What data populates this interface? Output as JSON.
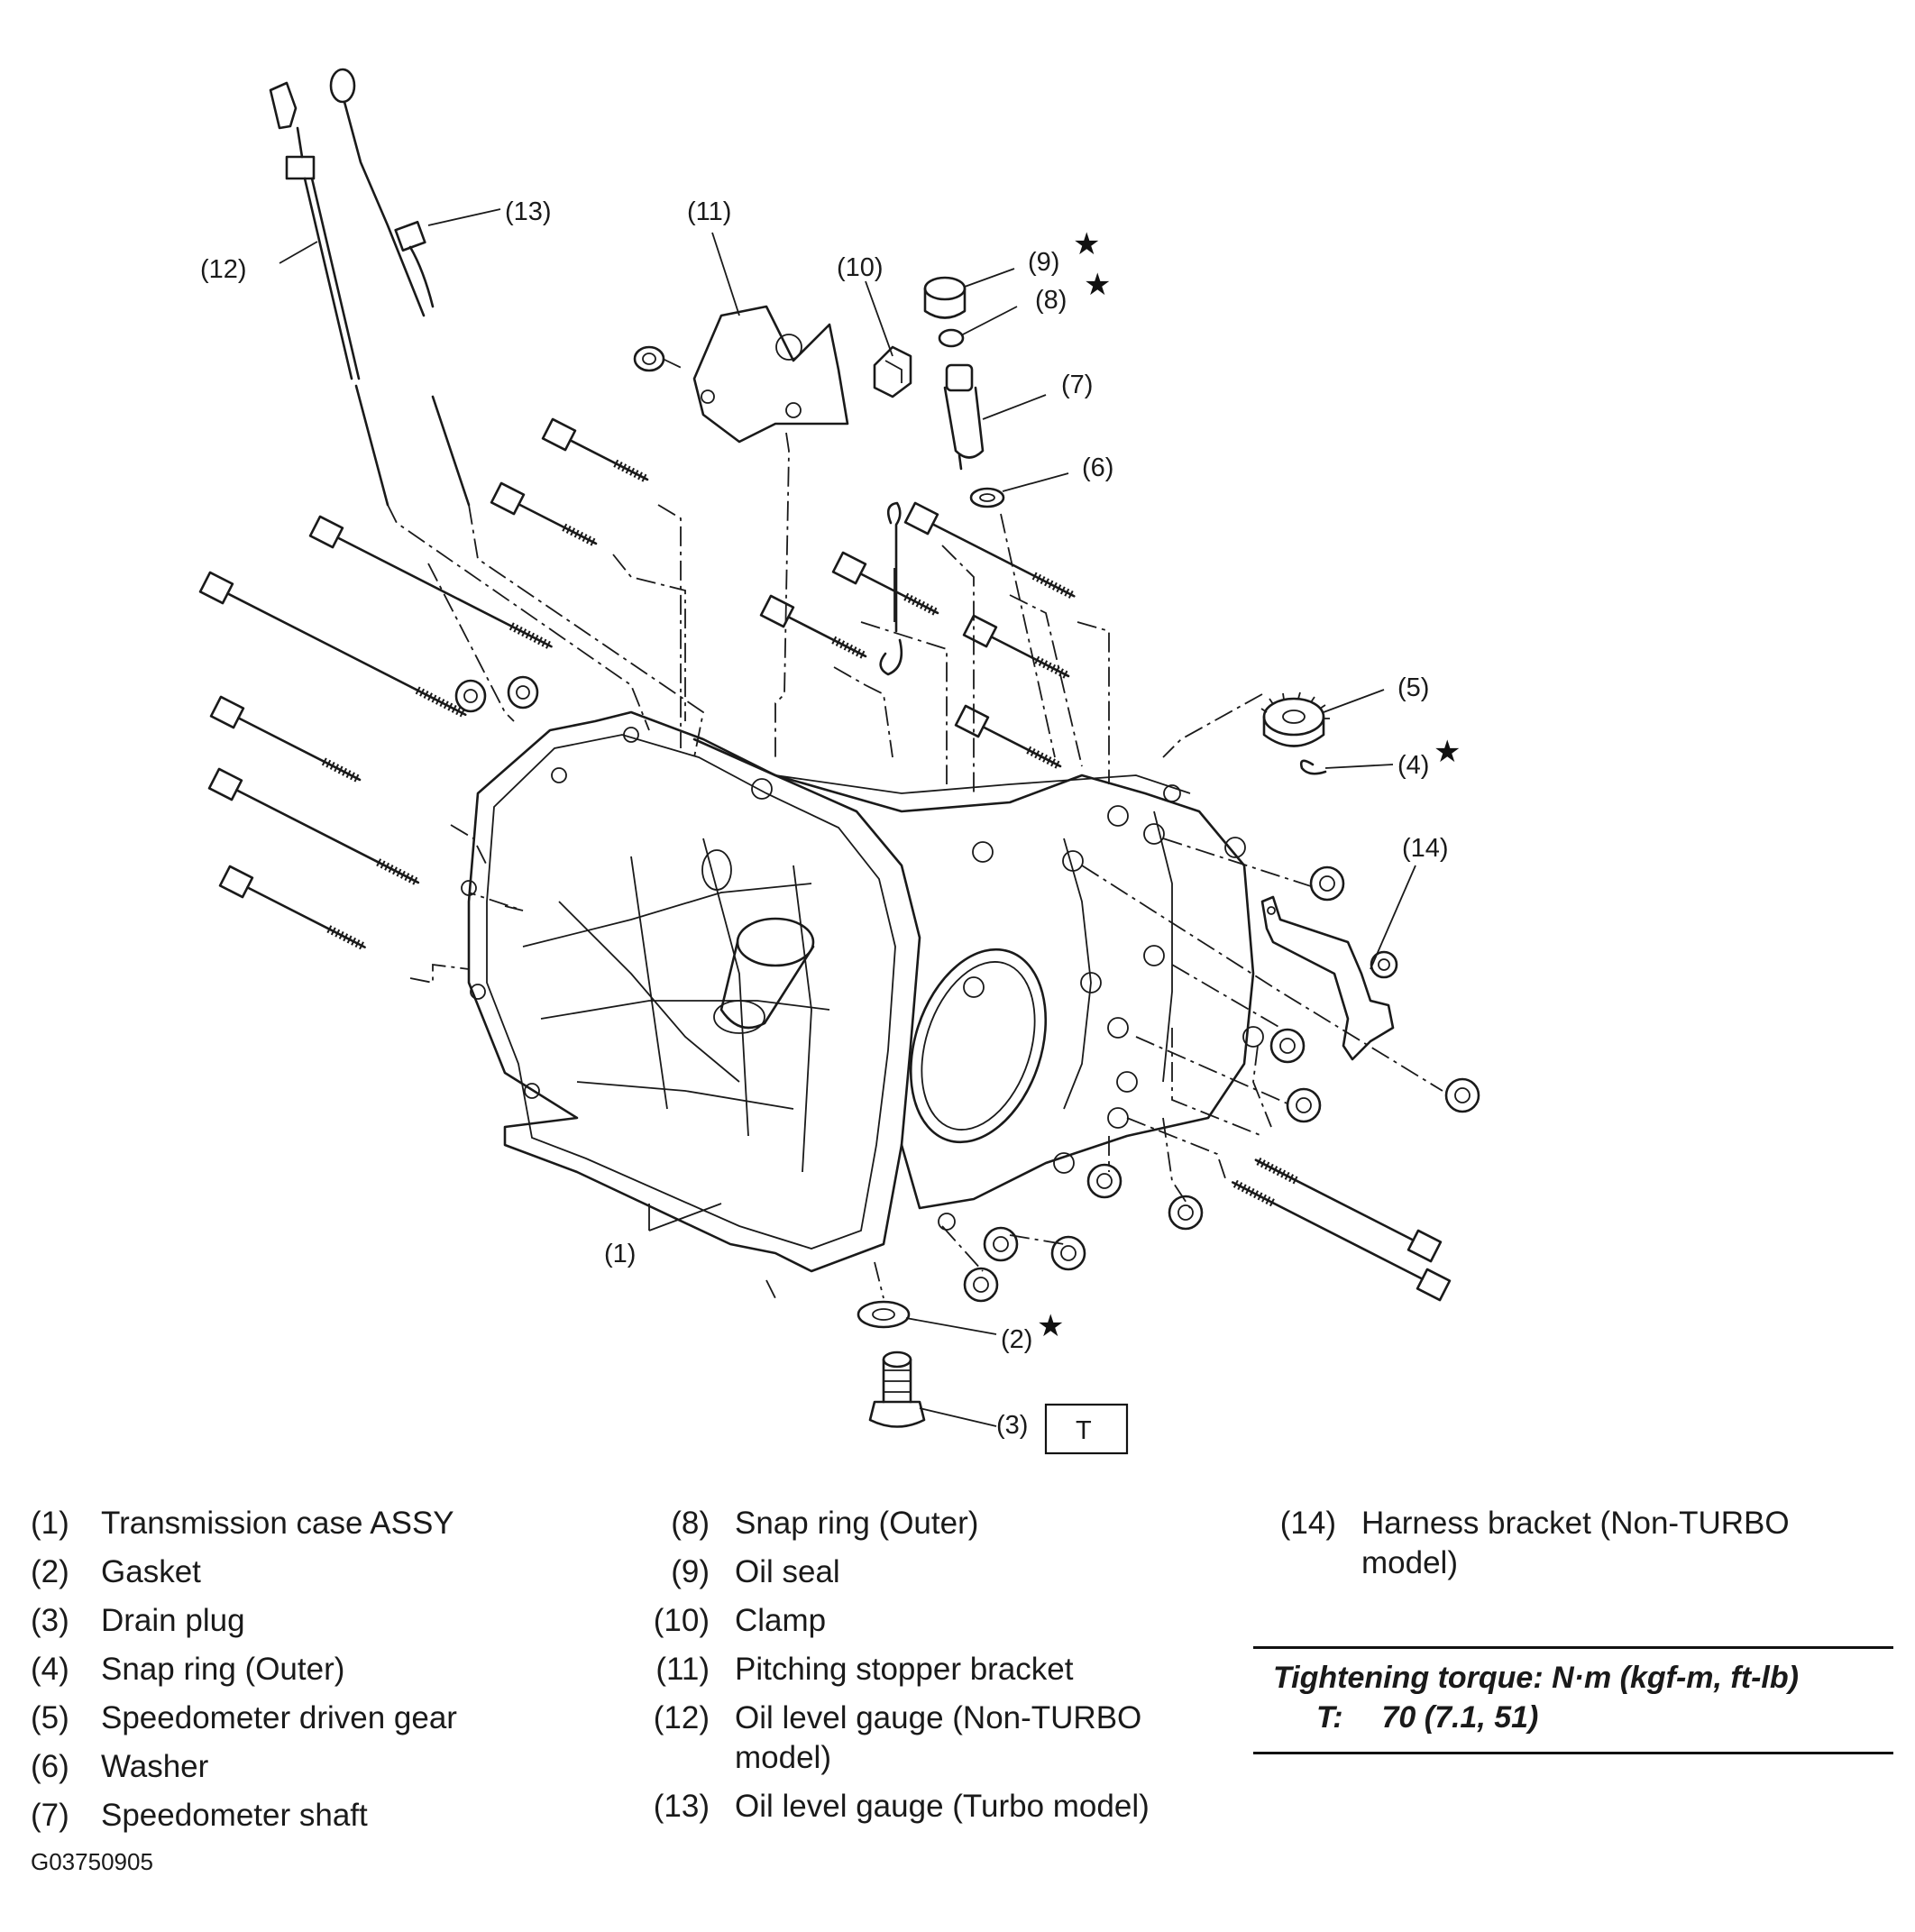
{
  "callouts": {
    "c1": "(1)",
    "c2": "(2)",
    "c3": "(3)",
    "c4": "(4)",
    "c5": "(5)",
    "c6": "(6)",
    "c7": "(7)",
    "c8": "(8)",
    "c9": "(9)",
    "c10": "(10)",
    "c11": "(11)",
    "c12": "(12)",
    "c13": "(13)",
    "c14": "(14)",
    "star": "★",
    "t_box": "T"
  },
  "legend": {
    "col1": [
      {
        "num": "(1)",
        "text": "Transmission case ASSY"
      },
      {
        "num": "(2)",
        "text": "Gasket"
      },
      {
        "num": "(3)",
        "text": "Drain plug"
      },
      {
        "num": "(4)",
        "text": "Snap ring (Outer)"
      },
      {
        "num": "(5)",
        "text": "Speedometer driven gear"
      },
      {
        "num": "(6)",
        "text": "Washer"
      },
      {
        "num": "(7)",
        "text": "Speedometer shaft"
      }
    ],
    "col2": [
      {
        "num": "(8)",
        "text": "Snap ring (Outer)"
      },
      {
        "num": "(9)",
        "text": "Oil seal"
      },
      {
        "num": "(10)",
        "text": "Clamp"
      },
      {
        "num": "(11)",
        "text": "Pitching stopper bracket"
      },
      {
        "num": "(12)",
        "text": "Oil level gauge (Non-TURBO model)"
      },
      {
        "num": "(13)",
        "text": "Oil level gauge (Turbo model)"
      }
    ],
    "col3": [
      {
        "num": "(14)",
        "text": "Harness bracket (Non-TURBO model)"
      }
    ]
  },
  "torque": {
    "title": "Tightening torque: N·m (kgf-m, ft-lb)",
    "label": "T:",
    "value": "70 (7.1, 51)"
  },
  "figure_code": "G03750905"
}
